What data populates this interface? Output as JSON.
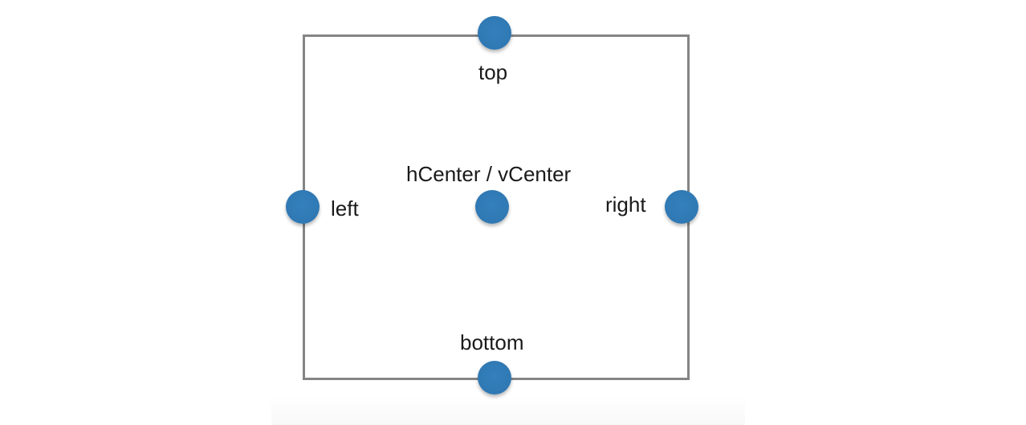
{
  "diagram": {
    "labels": {
      "top": "top",
      "left": "left",
      "center": "hCenter / vCenter",
      "right": "right",
      "bottom": "bottom"
    },
    "colors": {
      "anchor": "#2f78b3",
      "frame": "#858585",
      "text": "#1a1a1a",
      "background": "#ffffff"
    }
  }
}
